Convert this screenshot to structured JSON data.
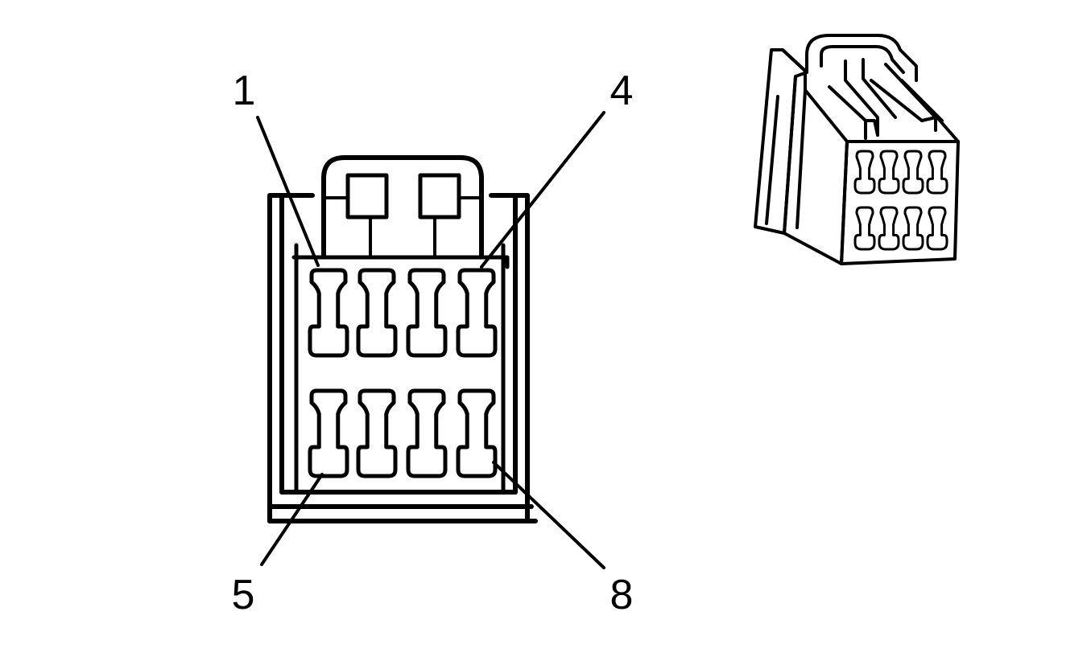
{
  "diagram": {
    "pin_labels": {
      "pin_1": "1",
      "pin_4": "4",
      "pin_5": "5",
      "pin_8": "8"
    },
    "face_view": {
      "rows": 2,
      "columns": 4
    },
    "iso_view": {
      "rows": 2,
      "columns": 4
    },
    "colors": {
      "line": "#000000",
      "background": "#ffffff"
    }
  }
}
